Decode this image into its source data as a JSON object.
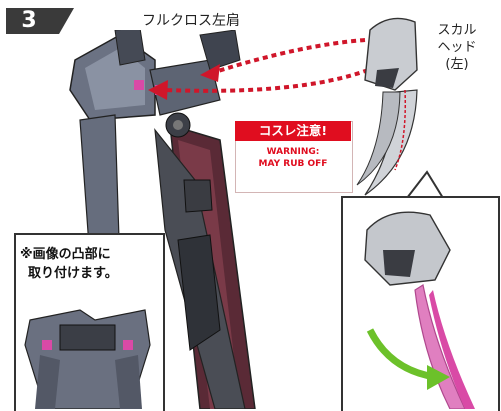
{
  "step": {
    "number": "3"
  },
  "title": "フルクロス左肩",
  "skull_head_label": {
    "line1": "スカル",
    "line2": "ヘッド",
    "line3": "(左)"
  },
  "warning": {
    "heading": "コスレ注意!",
    "line1": "WARNING:",
    "line2": "MAY RUB OFF"
  },
  "note": {
    "line1": "※画像の凸部に",
    "line2": "取り付けます。"
  },
  "colors": {
    "warning_red": "#e00d1f",
    "arrow_red": "#d0162a",
    "badge_dark": "#3a3a3a",
    "arrow_green": "#6cc12a",
    "accent_magenta": "#d94aa6"
  },
  "icons": [
    "red-dotted-arrow",
    "green-curved-arrow",
    "step-badge"
  ]
}
